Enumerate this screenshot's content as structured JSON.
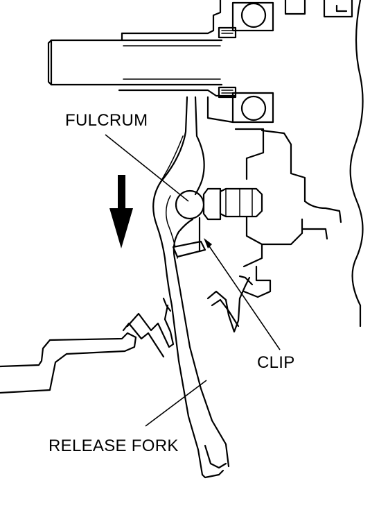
{
  "labels": {
    "fulcrum": "FULCRUM",
    "clip": "CLIP",
    "release_fork": "RELEASE FORK"
  },
  "colors": {
    "line": "#000000",
    "background": "#ffffff"
  },
  "icons": {
    "direction_arrow": "arrow-down-icon"
  }
}
